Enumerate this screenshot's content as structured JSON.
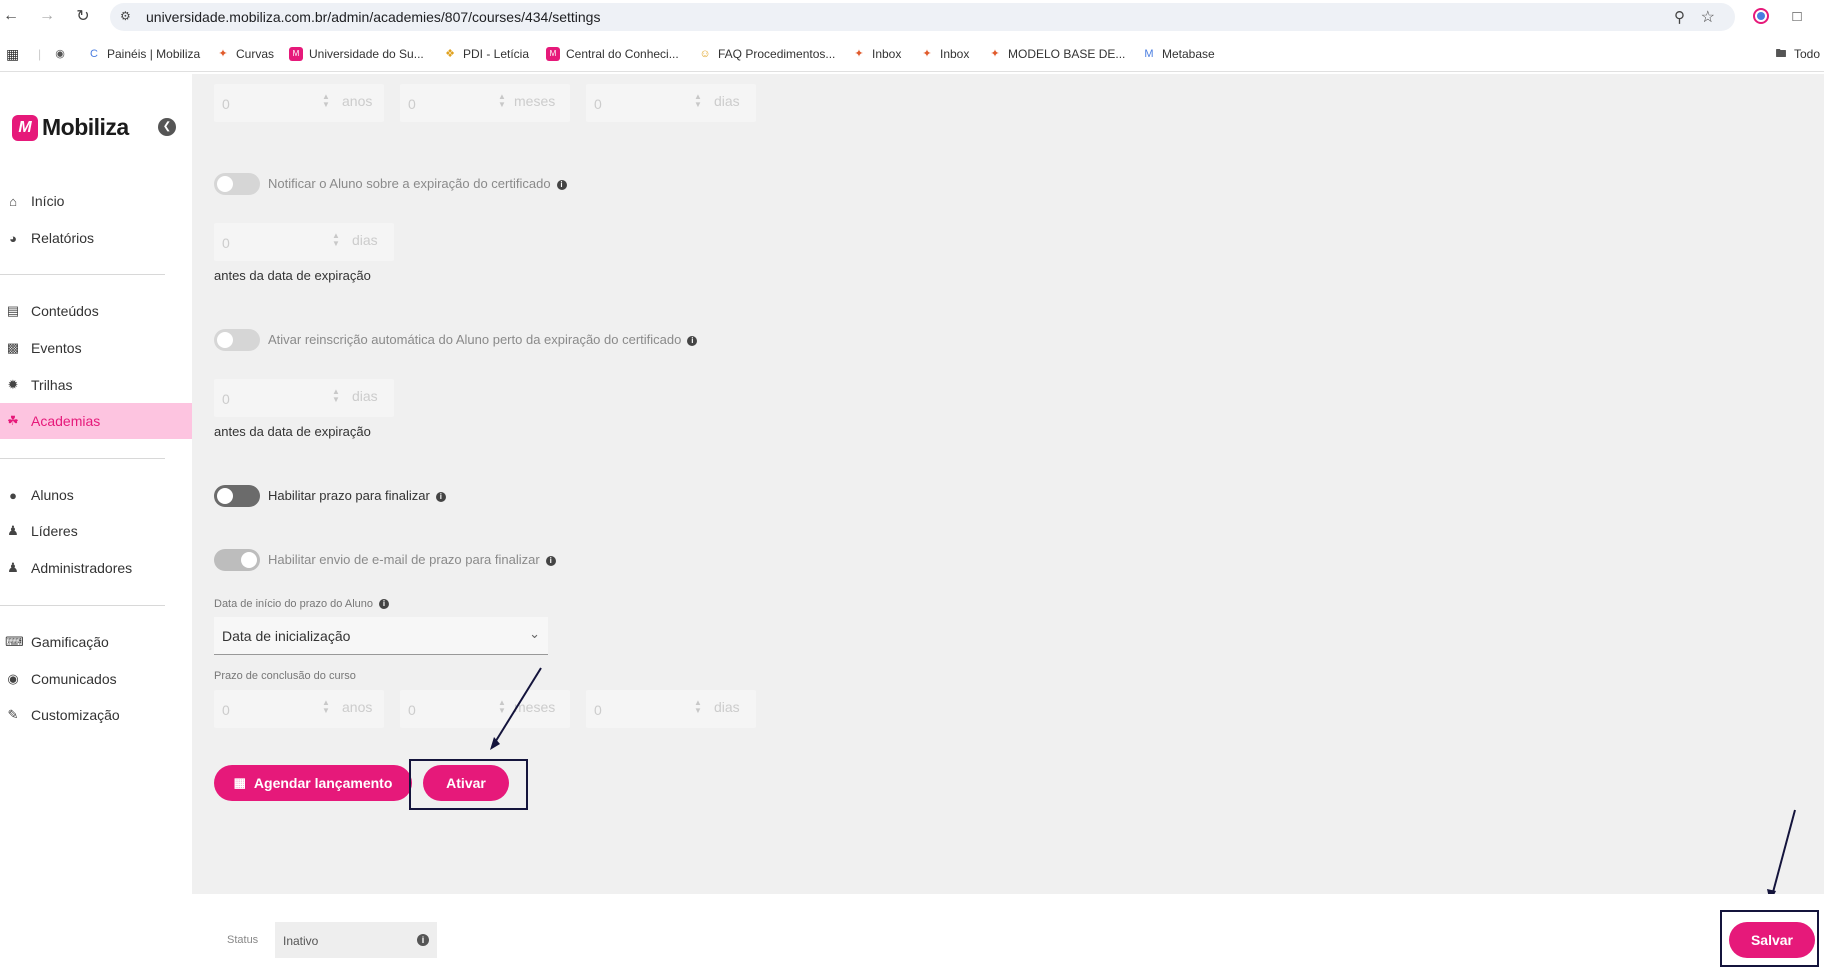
{
  "browser": {
    "url": "universidade.mobiliza.com.br/admin/academies/807/courses/434/settings",
    "bookmarks": [
      {
        "label": "Painéis | Mobiliza"
      },
      {
        "label": "Curvas"
      },
      {
        "label": "Universidade do Su..."
      },
      {
        "label": "PDI - Letícia"
      },
      {
        "label": "Central do Conheci..."
      },
      {
        "label": "FAQ Procedimentos..."
      },
      {
        "label": "Inbox"
      },
      {
        "label": "Inbox"
      },
      {
        "label": "MODELO BASE DE..."
      },
      {
        "label": "Metabase"
      }
    ],
    "all_bookmarks_label": "Todo"
  },
  "sidebar": {
    "logo_text": "Mobiliza",
    "items": [
      {
        "label": "Início"
      },
      {
        "label": "Relatórios"
      },
      {
        "label": "Conteúdos"
      },
      {
        "label": "Eventos"
      },
      {
        "label": "Trilhas"
      },
      {
        "label": "Academias"
      },
      {
        "label": "Alunos"
      },
      {
        "label": "Líderes"
      },
      {
        "label": "Administradores"
      },
      {
        "label": "Gamificação"
      },
      {
        "label": "Comunicados"
      },
      {
        "label": "Customização"
      }
    ]
  },
  "main": {
    "top_inputs": [
      {
        "value": "0",
        "unit": "anos"
      },
      {
        "value": "0",
        "unit": "meses"
      },
      {
        "value": "0",
        "unit": "dias"
      }
    ],
    "notify_expiration": {
      "label": "Notificar o Aluno sobre a expiração do certificado",
      "input_value": "0",
      "input_unit": "dias",
      "after_text": "antes da data de expiração"
    },
    "auto_reenroll": {
      "label": "Ativar reinscrição automática do Aluno perto da expiração do certificado",
      "input_value": "0",
      "input_unit": "dias",
      "after_text": "antes da data de expiração"
    },
    "deadline": {
      "label": "Habilitar prazo para finalizar"
    },
    "deadline_email": {
      "label": "Habilitar envio de e-mail de prazo para finalizar"
    },
    "start_date_field": {
      "label": "Data de início do prazo do Aluno",
      "value": "Data de inicialização"
    },
    "completion_deadline": {
      "label": "Prazo de conclusão do curso",
      "inputs": [
        {
          "value": "0",
          "unit": "anos"
        },
        {
          "value": "0",
          "unit": "meses"
        },
        {
          "value": "0",
          "unit": "dias"
        }
      ]
    },
    "schedule_button": "Agendar lançamento",
    "activate_button": "Ativar"
  },
  "footer": {
    "status_label": "Status",
    "status_value": "Inativo",
    "save_button": "Salvar"
  },
  "colors": {
    "accent": "#e6197a",
    "active_nav_bg": "#fdc4e0",
    "annotation": "#14143c"
  }
}
